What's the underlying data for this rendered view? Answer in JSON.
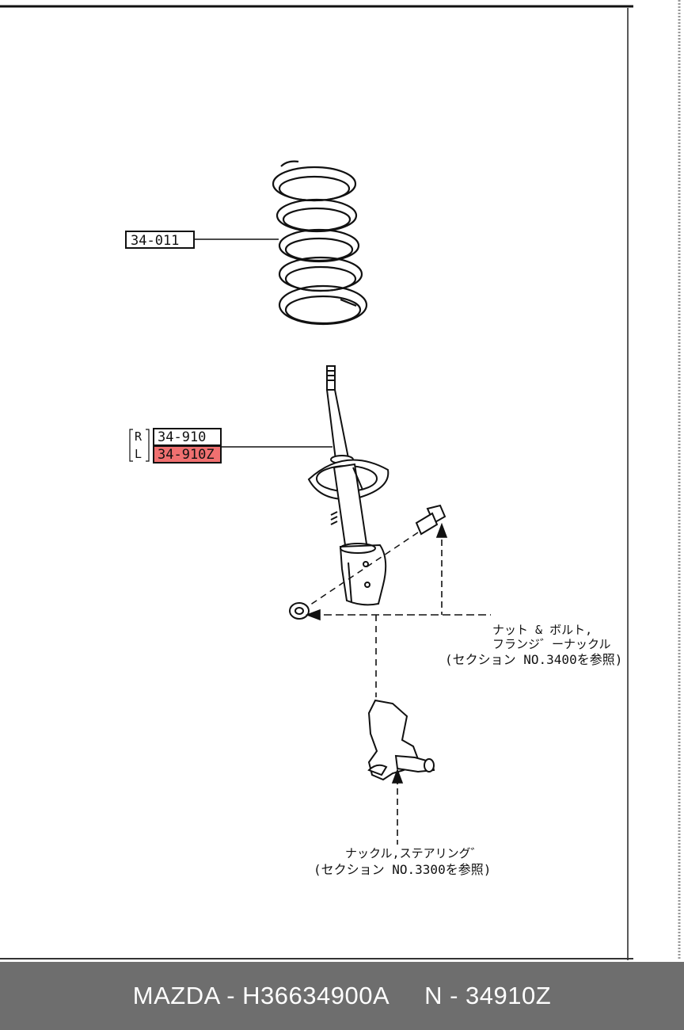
{
  "callouts": {
    "spring_part": "34-011",
    "strut_r_side": "R",
    "strut_r_part": "34-910",
    "strut_l_side": "L",
    "strut_l_part": "34-910Z",
    "highlight_color": "#f07070"
  },
  "notes": {
    "nut_bolt_line1": "ナット & ボルト,",
    "nut_bolt_line2": "フランジ゛ーナックル",
    "nut_bolt_line3": "(セクション NO.3400を参照)",
    "knuckle_line1": "ナックル,ステアリング゛",
    "knuckle_line2": "(セクション NO.3300を参照)"
  },
  "footer": {
    "brand_part": "MAZDA - H36634900A",
    "ref": "N - 34910Z"
  }
}
